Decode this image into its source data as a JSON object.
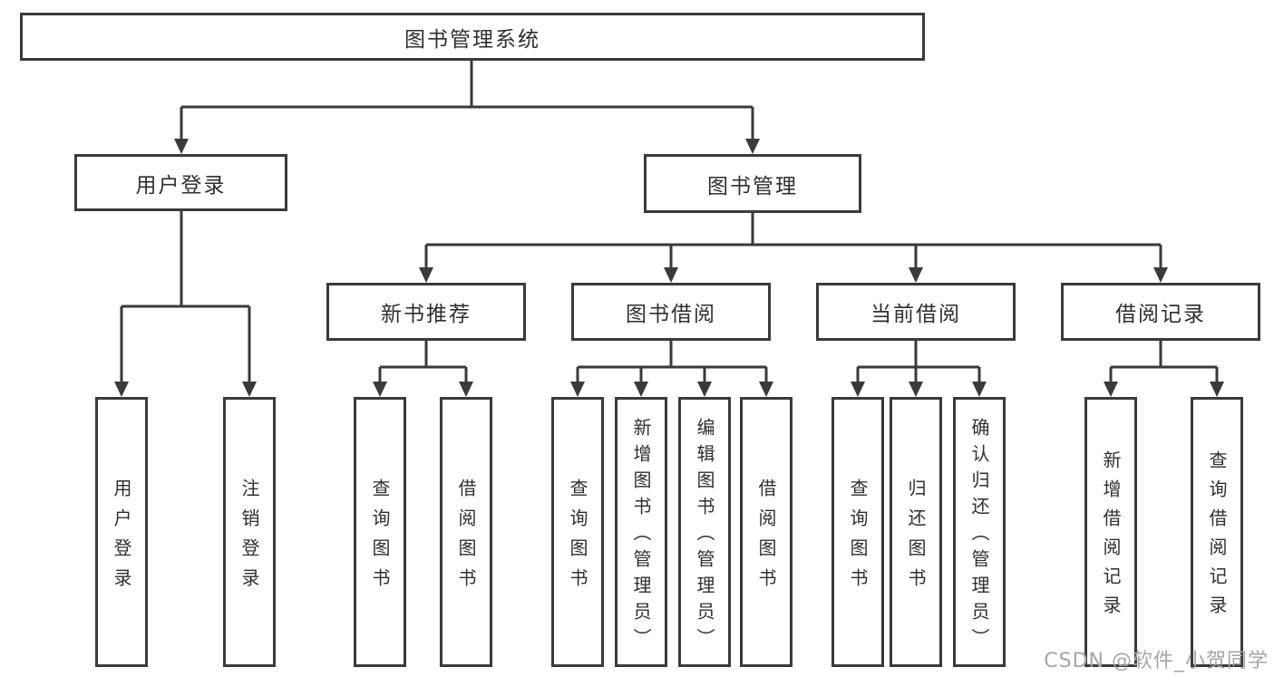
{
  "diagram": {
    "type": "hierarchy-flowchart",
    "root": {
      "label": "图书管理系统",
      "children": [
        {
          "label": "用户登录",
          "children": [
            {
              "label": "用户登录"
            },
            {
              "label": "注销登录"
            }
          ]
        },
        {
          "label": "图书管理",
          "children": [
            {
              "label": "新书推荐",
              "children": [
                {
                  "label": "查询图书"
                },
                {
                  "label": "借阅图书"
                }
              ]
            },
            {
              "label": "图书借阅",
              "children": [
                {
                  "label": "查询图书"
                },
                {
                  "label": "新增图书（管理员）"
                },
                {
                  "label": "编辑图书（管理员）"
                },
                {
                  "label": "借阅图书"
                }
              ]
            },
            {
              "label": "当前借阅",
              "children": [
                {
                  "label": "查询图书"
                },
                {
                  "label": "归还图书"
                },
                {
                  "label": "确认归还（管理员）"
                }
              ]
            },
            {
              "label": "借阅记录",
              "children": [
                {
                  "label": "新增借阅记录"
                },
                {
                  "label": "查询借阅记录"
                }
              ]
            }
          ]
        }
      ]
    },
    "watermark": "CSDN @软件_小贺同学",
    "colors": {
      "line": "#3a3a3a",
      "box_border": "#3a3a3a",
      "text": "#2f2f2f",
      "background": "#ffffff",
      "watermark": "#a6a6a6"
    }
  }
}
